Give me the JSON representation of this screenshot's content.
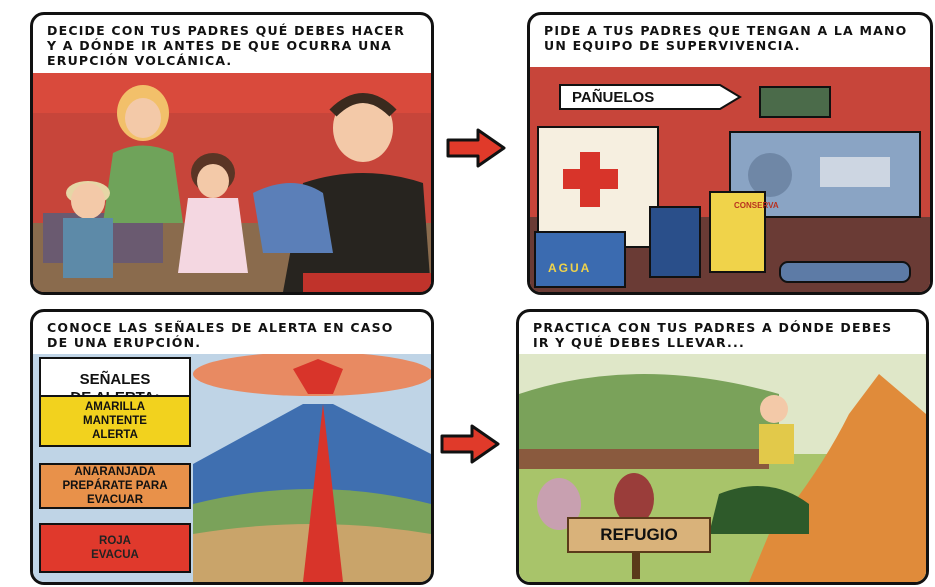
{
  "panels": {
    "p1": {
      "caption": "Decide con tus padres qué debes hacer y a dónde ir antes de que ocurra una erupción volcánica."
    },
    "p2": {
      "caption": "Pide a tus padres que tengan a la mano un equipo de supervivencia.",
      "label_sign": "PAÑUELOS",
      "water_label": "AGUA",
      "can_label": "CONSERVA"
    },
    "p3": {
      "caption": "Conoce las señales de alerta en caso de una erupción.",
      "legend_title_1": "SEÑALES",
      "legend_title_2": "DE ALERTA:",
      "alerts": [
        {
          "line1": "AMARILLA",
          "line2": "MANTENTE",
          "line3": "ALERTA",
          "color": "#f2d21e"
        },
        {
          "line1": "ANARANJADA",
          "line2": "PREPÁRATE PARA",
          "line3": "EVACUAR",
          "color": "#e8914a"
        },
        {
          "line1": "ROJA",
          "line2": "EVACUA",
          "line3": "",
          "color": "#e0392c"
        }
      ]
    },
    "p4": {
      "caption": "Practica con tus padres a dónde debes ir y qué debes llevar...",
      "sign_text": "REFUGIO"
    }
  },
  "colors": {
    "arrow": "#e03a2a",
    "border": "#111111"
  },
  "icons": [
    "right-arrow-icon",
    "right-arrow-icon",
    "right-arrow-icon",
    "first-aid-cross-icon",
    "radio-icon",
    "flashlight-icon"
  ]
}
